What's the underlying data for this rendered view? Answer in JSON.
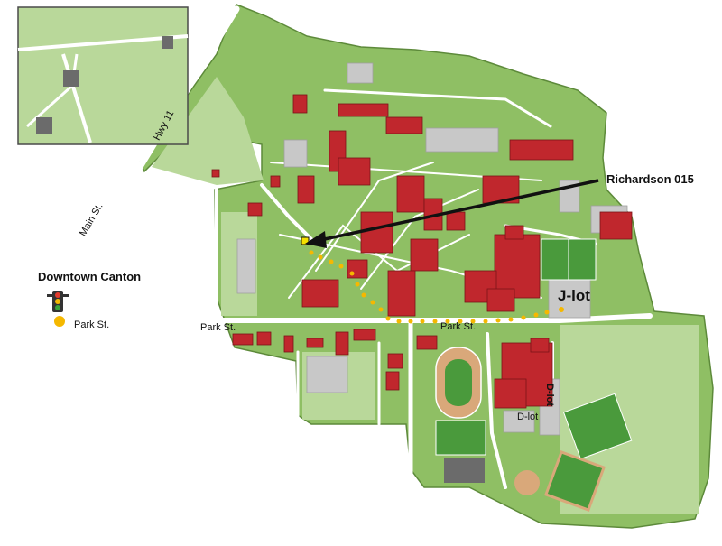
{
  "map": {
    "labels": {
      "downtown": "Downtown Canton",
      "park_st_legend": "Park St.",
      "park_st_left": "Park St.",
      "park_st_center": "Park St.",
      "main_st": "Main St.",
      "hwy": "Hwy 11",
      "richardson": "Richardson 015",
      "j_lot": "J-lot",
      "d_lot_vertical": "D-lot",
      "d_lot": "D-lot"
    },
    "icons": {
      "traffic_light": "traffic-light-icon",
      "route_marker": "route-dot-icon",
      "destination": "destination-marker-icon"
    },
    "colors": {
      "grass": "#8fbf64",
      "grass_light": "#b9d89a",
      "building": "#c0272d",
      "road": "#ffffff",
      "parking": "#c8c8c8",
      "route": "#f5b800",
      "arrow": "#111111",
      "border": "#4a4a4a"
    }
  }
}
